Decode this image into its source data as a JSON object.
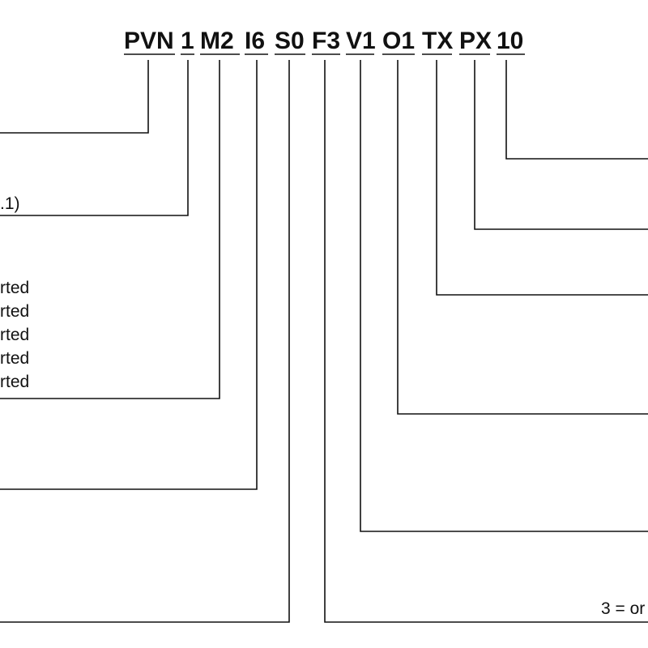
{
  "segments": [
    {
      "id": "pvn",
      "code": "PVN"
    },
    {
      "id": "1",
      "code": "1"
    },
    {
      "id": "m2",
      "code": "M2"
    },
    {
      "id": "i6",
      "code": "I6"
    },
    {
      "id": "s0",
      "code": "S0"
    },
    {
      "id": "f3",
      "code": "F3"
    },
    {
      "id": "v1",
      "code": "V1"
    },
    {
      "id": "o1",
      "code": "O1"
    },
    {
      "id": "tx",
      "code": "TX"
    },
    {
      "id": "px",
      "code": "PX"
    },
    {
      "id": "10",
      "code": "10"
    }
  ],
  "labels": {
    "l1": ".1)",
    "m": [
      "rted",
      "rted",
      "rted",
      "rted",
      "rted"
    ],
    "f3": "3 = or"
  },
  "colors": {
    "ink": "#111111",
    "background": "#ffffff"
  }
}
